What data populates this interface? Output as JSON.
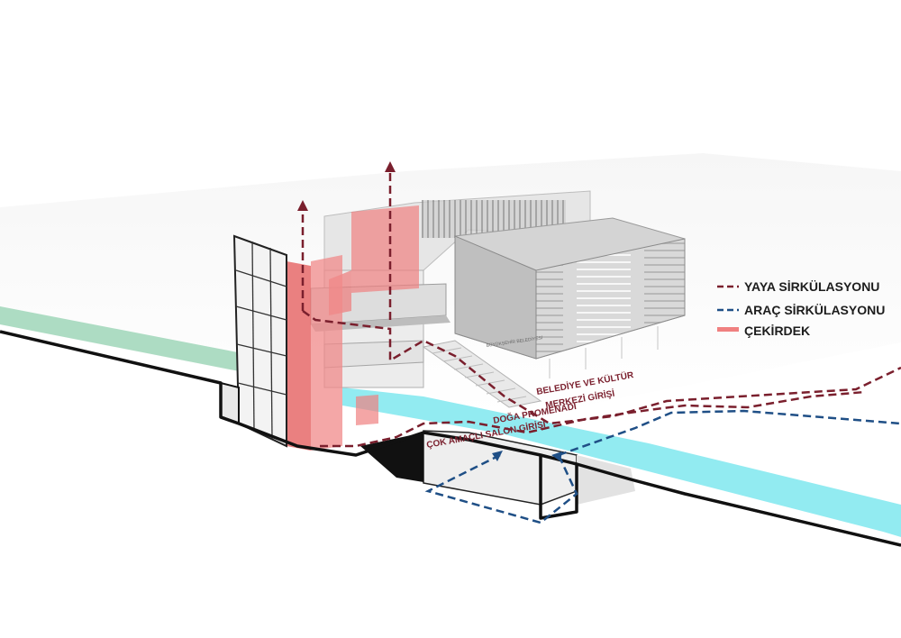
{
  "colors": {
    "pedestrian": "#7a1f2d",
    "vehicle": "#1f4f86",
    "core": "#f08080",
    "promenade_green": "#9fd6b8",
    "promenade_cyan": "#7fe8ee",
    "ground_line": "#111111"
  },
  "legend": {
    "pedestrian": "YAYA SİRKÜLASYONU",
    "vehicle": "ARAÇ SİRKÜLASYONU",
    "core": "ÇEKİRDEK"
  },
  "labels": {
    "municipality_entrance_line1": "BELEDİYE VE KÜLTÜR",
    "municipality_entrance_line2": "MERKEZİ GİRİŞİ",
    "nature_promenade": "DOĞA PROMENADI",
    "hall_entrance": "ÇOK AMAÇLI SALON GİRİŞİ",
    "building_sign": "BÜYÜKŞEHİR BELEDİYESİ"
  },
  "icons": {
    "pedestrian_arrow": "arrow-up-icon",
    "vehicle_arrow": "arrow-head-icon"
  }
}
